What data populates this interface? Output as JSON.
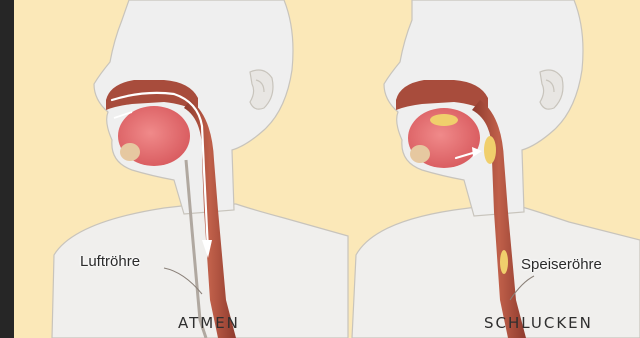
{
  "colors": {
    "background": "#fbe8b8",
    "frame": "#262626",
    "skin": "#efefef",
    "outline": "#c8c4bc",
    "tissue": "#a84c3c",
    "mouth": "#e8767a",
    "air_arrow": "#ffffff",
    "food_bolus": "#f0cf6c"
  },
  "figures": [
    {
      "caption": "ATMEN",
      "callout": "Luftröhre",
      "flow": "air",
      "arrow_icon": "air-flow-arrow-icon"
    },
    {
      "caption": "SCHLUCKEN",
      "callout": "Speiseröhre",
      "flow": "food",
      "arrow_icon": "swallow-arrow-icon"
    }
  ]
}
